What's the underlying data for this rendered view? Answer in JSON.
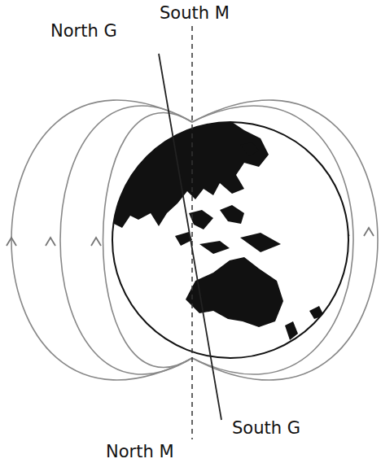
{
  "diagram": {
    "labels": [
      "South M",
      "North G",
      "South G",
      "North M"
    ]
  }
}
